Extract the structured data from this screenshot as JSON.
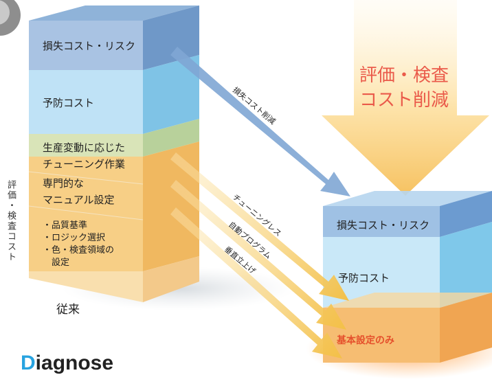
{
  "side_label": "評価・検査コスト",
  "traditional": {
    "caption": "従来",
    "loss_layer": "損失コスト・リスク",
    "prevention_layer": "予防コスト",
    "tuning_line1": "生産変動に応じた",
    "tuning_line2": "チューニング作業",
    "manual_line1": "専門的な",
    "manual_line2": "マニュアル設定",
    "bullet1": "・品質基準",
    "bullet2": "・ロジック選択",
    "bullet3": "・色・検査領域の",
    "bullet3b": "　設定"
  },
  "arrows": {
    "loss_reduction": "損失コスト削減",
    "tuningless": "チューニングレス",
    "auto_program": "自動プログラム",
    "vertical_startup": "垂直立上げ"
  },
  "callout": {
    "line1": "評価・検査",
    "line2": "コスト削減"
  },
  "new_system": {
    "loss_layer": "損失コスト・リスク",
    "prevention_layer": "予防コスト",
    "basic_layer": "基本設定のみ"
  },
  "brand": {
    "initial": "D",
    "rest": "iagnose"
  }
}
